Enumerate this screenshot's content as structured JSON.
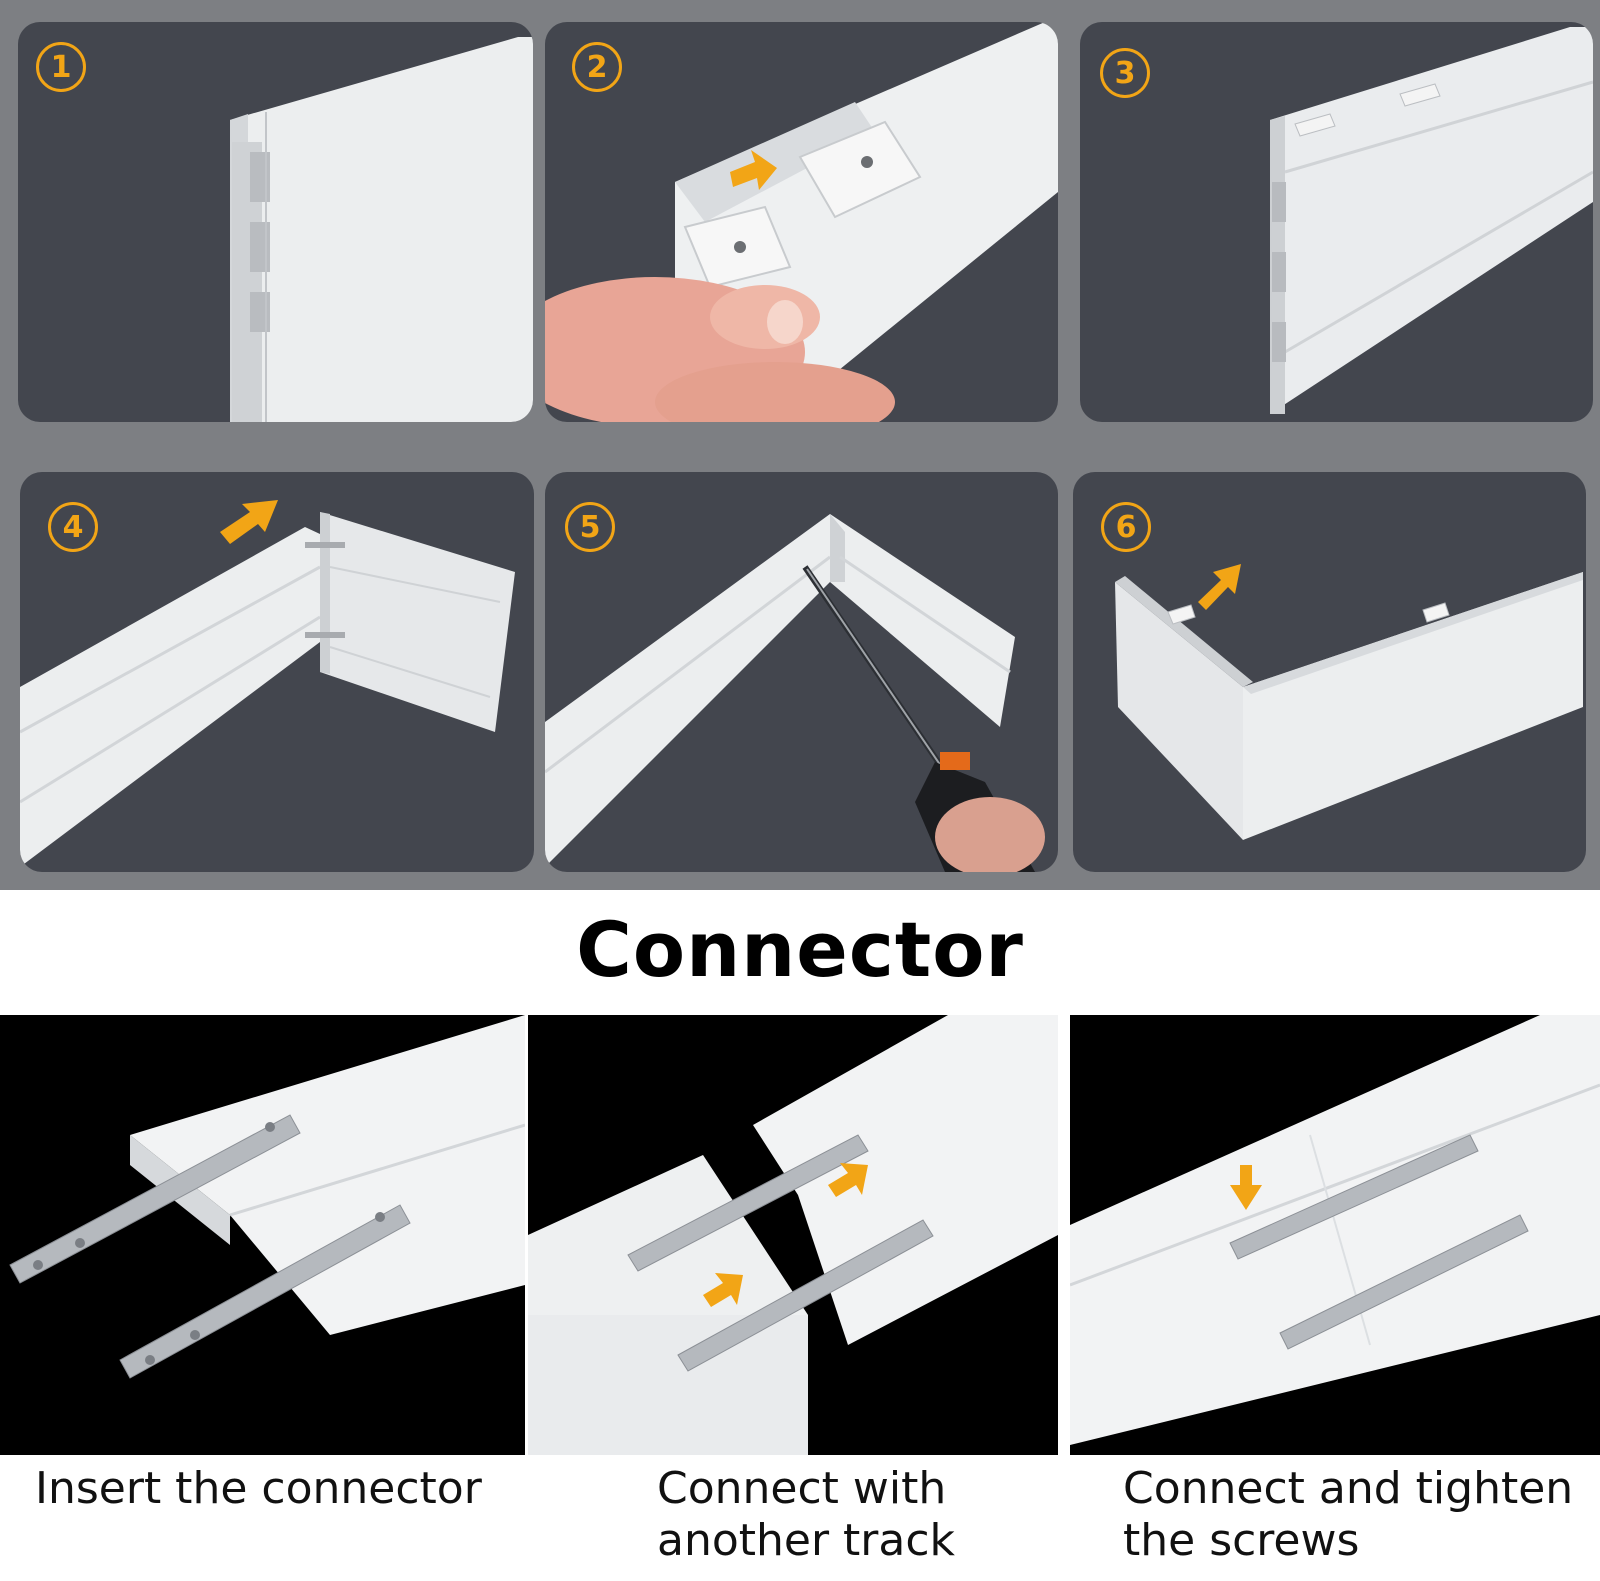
{
  "steps": [
    {
      "number": "1"
    },
    {
      "number": "2"
    },
    {
      "number": "3"
    },
    {
      "number": "4"
    },
    {
      "number": "5"
    },
    {
      "number": "6"
    }
  ],
  "colors": {
    "accent": "#f2a516",
    "panel_bg": "#43464e",
    "grid_bg": "#7d7f83",
    "track_white": "#f1f2f3"
  },
  "connector": {
    "heading": "Connector",
    "captions": [
      {
        "line1": "Insert the connector",
        "line2": ""
      },
      {
        "line1": "Connect with",
        "line2": "another track"
      },
      {
        "line1": "Connect and tighten",
        "line2": "the screws"
      }
    ]
  }
}
